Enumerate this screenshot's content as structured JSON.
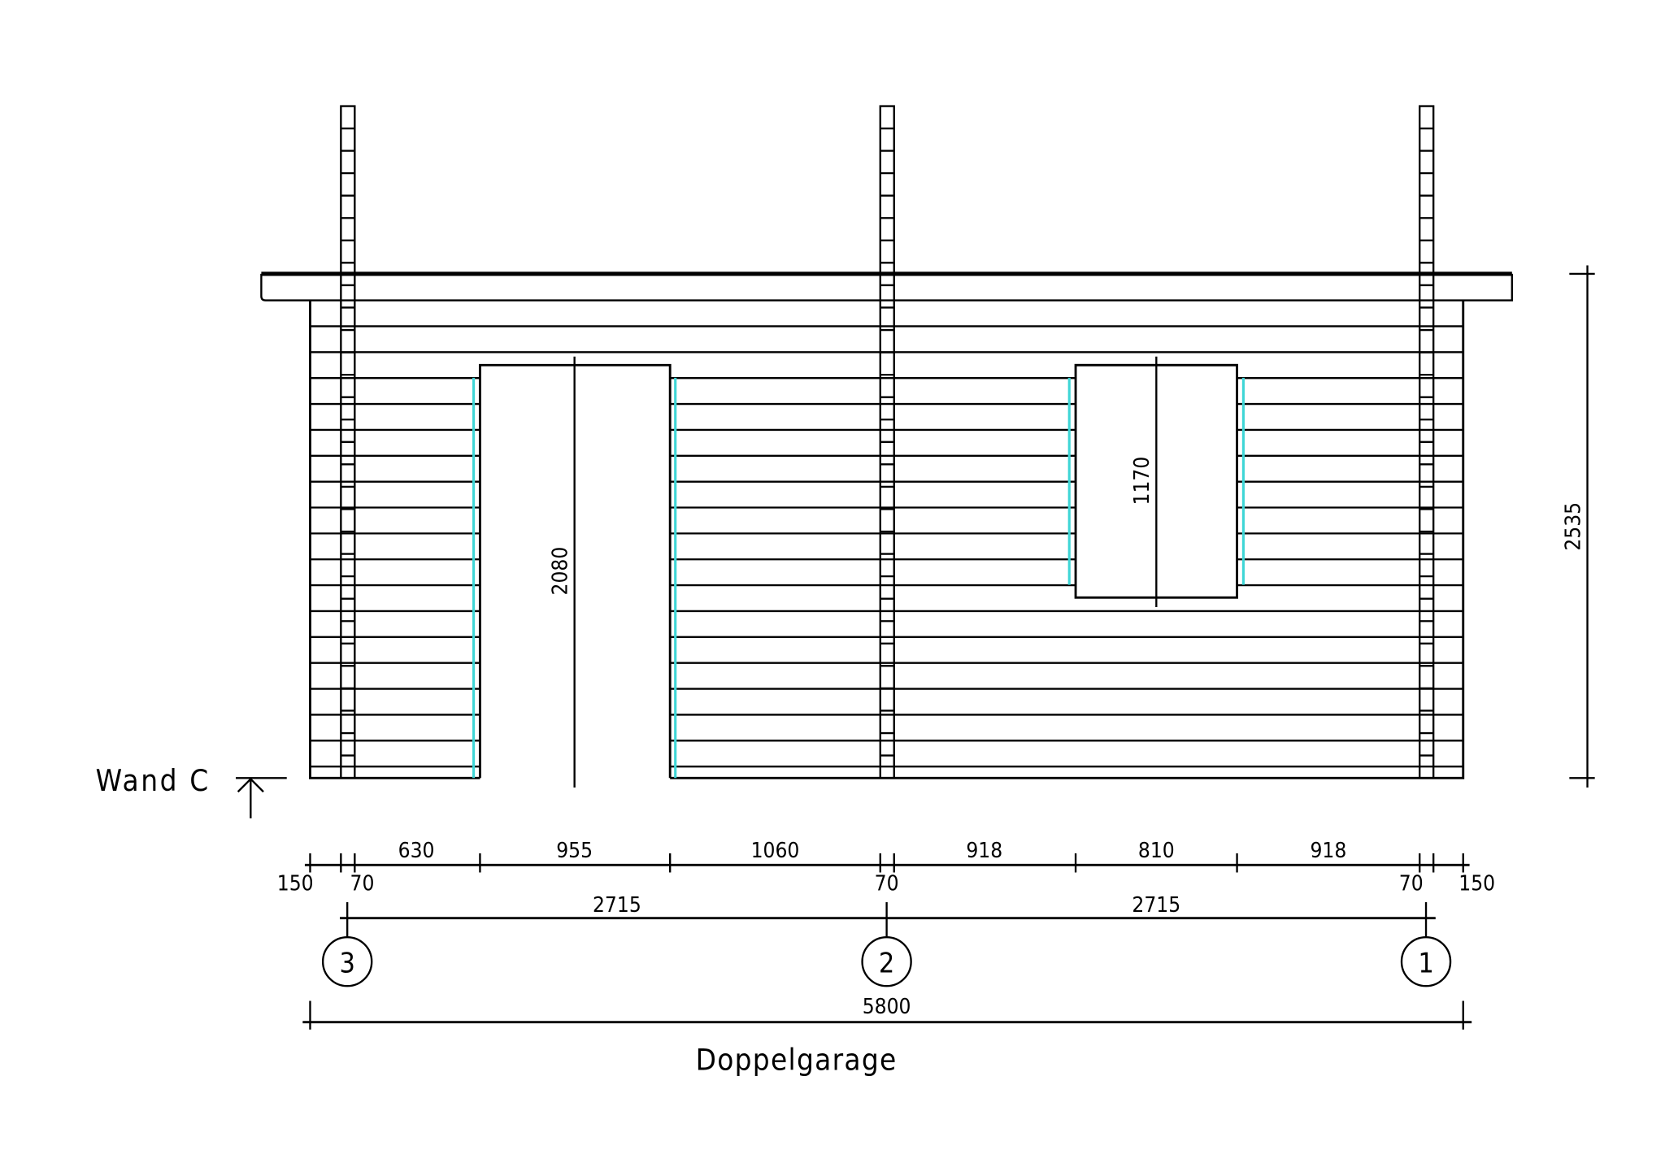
{
  "title": "Doppelgarage",
  "wall_label": "Wand C",
  "colors": {
    "line": "#000000",
    "accent": "#3fd6d6"
  },
  "dimensions": {
    "door_height": "2080",
    "window_height": "1170",
    "total_height": "2535",
    "segments_top": [
      "630",
      "955",
      "1060",
      "918",
      "810",
      "918"
    ],
    "segments_bottom": [
      "150",
      "70",
      "70",
      "70",
      "150"
    ],
    "axis_spans": [
      "2715",
      "2715"
    ],
    "total_width": "5800"
  },
  "axes": [
    "3",
    "2",
    "1"
  ]
}
